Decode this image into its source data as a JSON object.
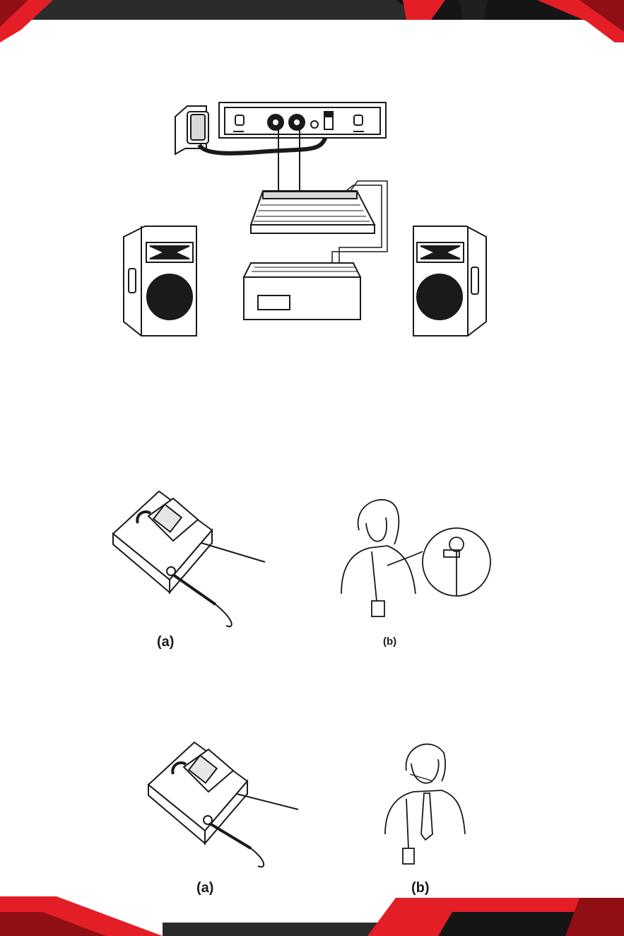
{
  "colors": {
    "accent_red": "#e31e26",
    "dark_red": "#8f0f14",
    "band_dark": "#2b2b2b",
    "band_black": "#151515",
    "ink": "#1a1a1a"
  },
  "figure_1": {
    "components": [
      "power-adapter",
      "wireless-receiver",
      "mixing-console",
      "amplifier",
      "speaker-left",
      "speaker-right"
    ]
  },
  "figure_2": {
    "caption_a": "(a)",
    "caption_b": "(b)"
  },
  "figure_3": {
    "caption_a": "(a)",
    "caption_b": "(b)"
  }
}
